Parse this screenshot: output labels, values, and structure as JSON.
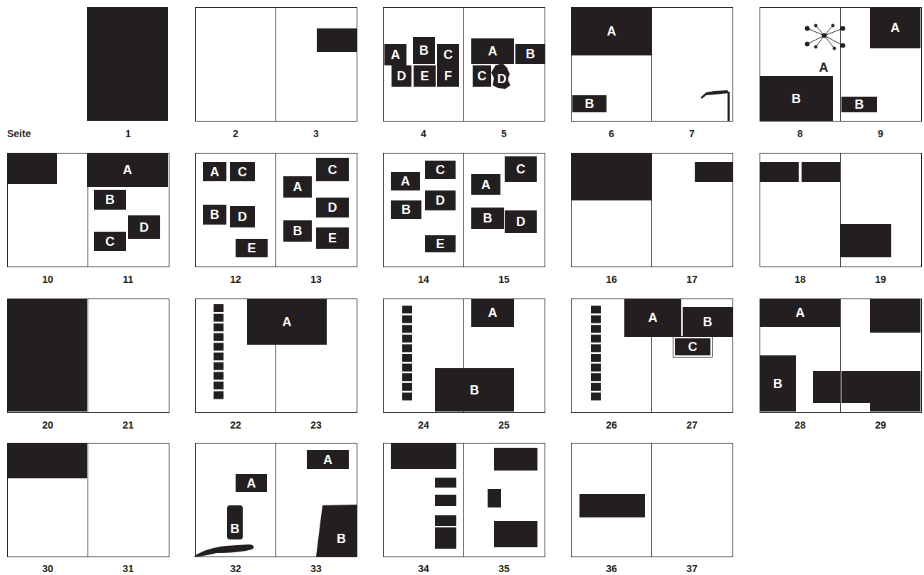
{
  "diagram": {
    "nodes": [
      {
        "text": [
          "A"
        ]
      },
      {
        "text": [
          "B"
        ]
      },
      {
        "text": [
          "C"
        ]
      },
      {
        "text": [
          "D"
        ]
      },
      {
        "text": [
          "E"
        ]
      },
      {
        "text": [
          "F"
        ]
      },
      {
        "text": [
          "A"
        ]
      },
      {
        "text": [
          "B"
        ]
      },
      {
        "text": [
          "C"
        ]
      },
      {
        "text": [
          "D"
        ]
      },
      {
        "text": [
          "A"
        ]
      },
      {
        "text": [
          "B"
        ]
      },
      {
        "text": [
          "B"
        ]
      },
      {
        "text": [
          "A"
        ]
      },
      {
        "text": [
          "B"
        ]
      },
      {
        "text": [
          "A"
        ]
      },
      {
        "text": [
          "B"
        ]
      },
      {
        "text": [
          "C"
        ]
      },
      {
        "text": [
          "D"
        ]
      },
      {
        "text": [
          "A"
        ]
      },
      {
        "text": [
          "C"
        ]
      },
      {
        "text": [
          "B"
        ]
      },
      {
        "text": [
          "D"
        ]
      },
      {
        "text": [
          "E"
        ]
      },
      {
        "text": [
          "A"
        ]
      },
      {
        "text": [
          "C"
        ]
      },
      {
        "text": [
          "D"
        ]
      },
      {
        "text": [
          "B"
        ]
      },
      {
        "text": [
          "E"
        ]
      },
      {
        "text": [
          "A"
        ]
      },
      {
        "text": [
          "C"
        ]
      },
      {
        "text": [
          "B"
        ]
      },
      {
        "text": [
          "D"
        ]
      },
      {
        "text": [
          "E"
        ]
      },
      {
        "text": [
          "A"
        ]
      },
      {
        "text": [
          "C"
        ]
      },
      {
        "text": [
          "B"
        ]
      },
      {
        "text": [
          "D"
        ]
      },
      {
        "text": [
          "A"
        ]
      },
      {
        "text": [
          "A"
        ]
      },
      {
        "text": [
          "B"
        ]
      },
      {
        "text": [
          "A"
        ]
      },
      {
        "text": [
          "B"
        ]
      },
      {
        "text": [
          "C"
        ]
      },
      {
        "text": [
          "A"
        ]
      },
      {
        "text": [
          "B"
        ]
      },
      {
        "text": [
          "A"
        ]
      },
      {
        "text": [
          "B"
        ]
      },
      {
        "text": [
          "A"
        ]
      },
      {
        "text": [
          "B"
        ]
      }
    ],
    "labels": [
      "Seite",
      "1",
      "2",
      "3",
      "4",
      "5",
      "6",
      "7",
      "8",
      "9",
      "10",
      "11",
      "12",
      "13",
      "14",
      "15",
      "16",
      "17",
      "18",
      "19",
      "20",
      "21",
      "22",
      "23",
      "24",
      "25",
      "26",
      "27",
      "28",
      "29",
      "30",
      "31",
      "32",
      "33",
      "34",
      "35",
      "36",
      "37",
      "A"
    ]
  }
}
